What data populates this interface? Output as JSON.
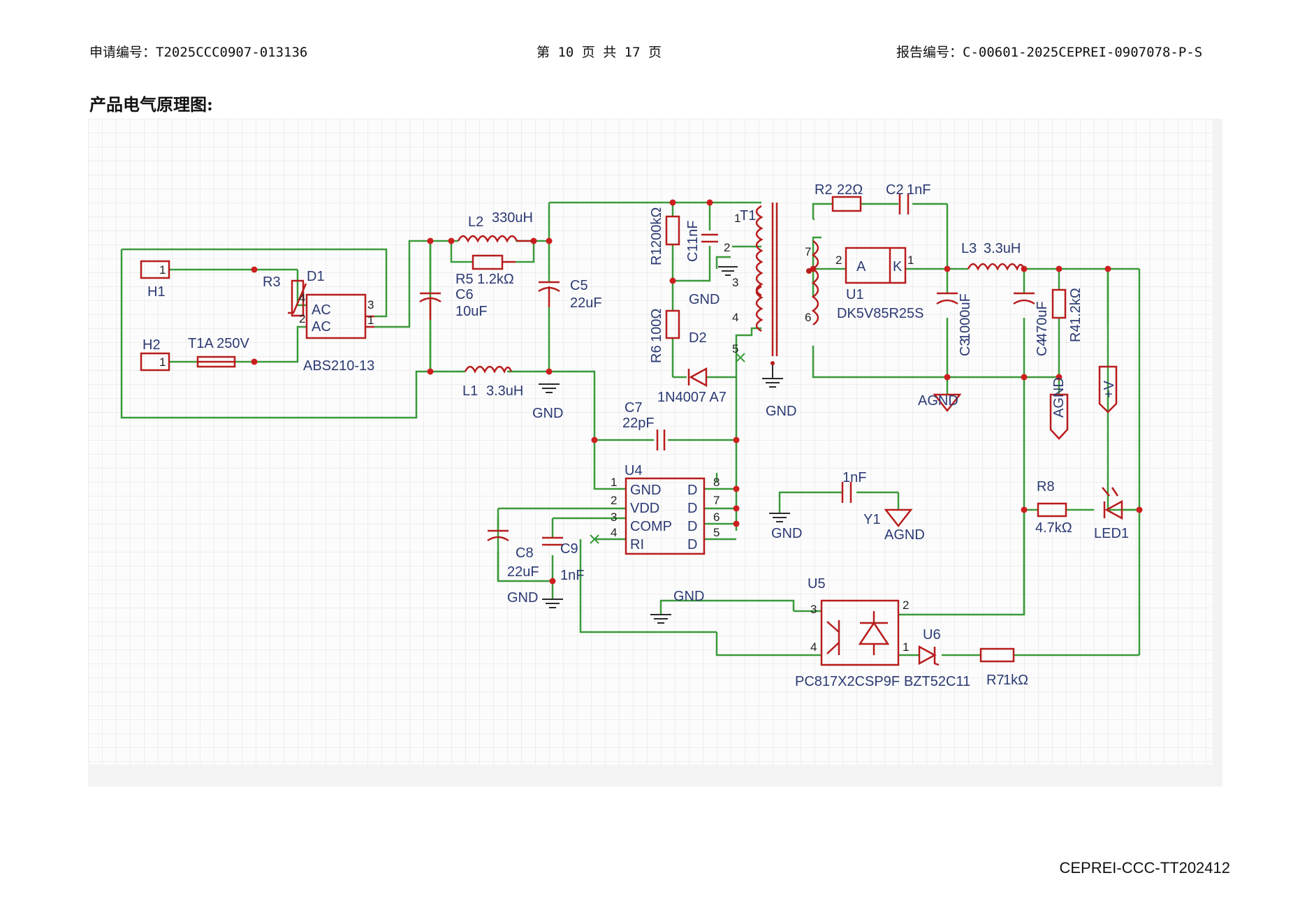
{
  "header": {
    "application_no": "申请编号：T2025CCC0907-013136",
    "page_info": "第 10 页 共 17 页",
    "report_no": "报告编号：C-00601-2025CEPREI-0907078-P-S"
  },
  "section_title": "产品电气原理图:",
  "footer_code": "CEPREI-CCC-TT202412",
  "colors": {
    "wire": "#3a9a3a",
    "component": "#b81c1c",
    "label": "#2b3a73",
    "grid_bg": "#f3f3f3"
  },
  "schematic": {
    "labels": {
      "h1": "H1",
      "h2": "H2",
      "r3": "R3",
      "d1": "D1",
      "fuse": "T1A 250V",
      "bridge_part": "ABS210-13",
      "bridge_ac1": "AC",
      "bridge_ac2": "AC",
      "l2": "L2",
      "l2_val": "330uH",
      "r5": "R5 1.2kΩ",
      "c6": "C6",
      "c6_val": "10uF",
      "c5": "C5",
      "c5_val": "22uF",
      "l1": "L1",
      "l1_val": "3.3uH",
      "gnd": "GND",
      "r1": "R1",
      "r1_val": "200kΩ",
      "c1": "C1",
      "c1_val": "1nF",
      "r6": "R6",
      "r6_val": "100Ω",
      "d2": "D2",
      "d2_part": "1N4007 A7",
      "t1": "T1",
      "c7": "C7",
      "c7_val": "22pF",
      "u4": "U4",
      "u4_gnd": "GND",
      "u4_vdd": "VDD",
      "u4_comp": "COMP",
      "u4_ri": "RI",
      "u4_d": "D",
      "c8": "C8",
      "c8_val": "22uF",
      "c9": "C9",
      "c9_val": "1nF",
      "r2": "R2",
      "r2_val": "22Ω",
      "c2": "C2",
      "c2_val": "1nF",
      "u1": "U1",
      "u1_part": "DK5V85R25S",
      "u1_a": "A",
      "u1_k": "K",
      "l3": "L3",
      "l3_val": "3.3uH",
      "c3": "C3",
      "c3_val": "1000uF",
      "c4": "C4",
      "c4_val": "470uF",
      "r4": "R4",
      "r4_val": "1.2kΩ",
      "agnd": "AGND",
      "vplus": "+V",
      "y1": "Y1",
      "y1_val": "1nF",
      "r8": "R8",
      "r8_val": "4.7kΩ",
      "led1": "LED1",
      "u5": "U5",
      "u5_part": "PC817X2CSP9F",
      "u6": "U6",
      "u6_part": "BZT52C11",
      "r7": "R7",
      "r7_val": "1kΩ"
    },
    "pins": [
      "1",
      "2",
      "3",
      "4",
      "5",
      "6",
      "7",
      "8"
    ]
  }
}
